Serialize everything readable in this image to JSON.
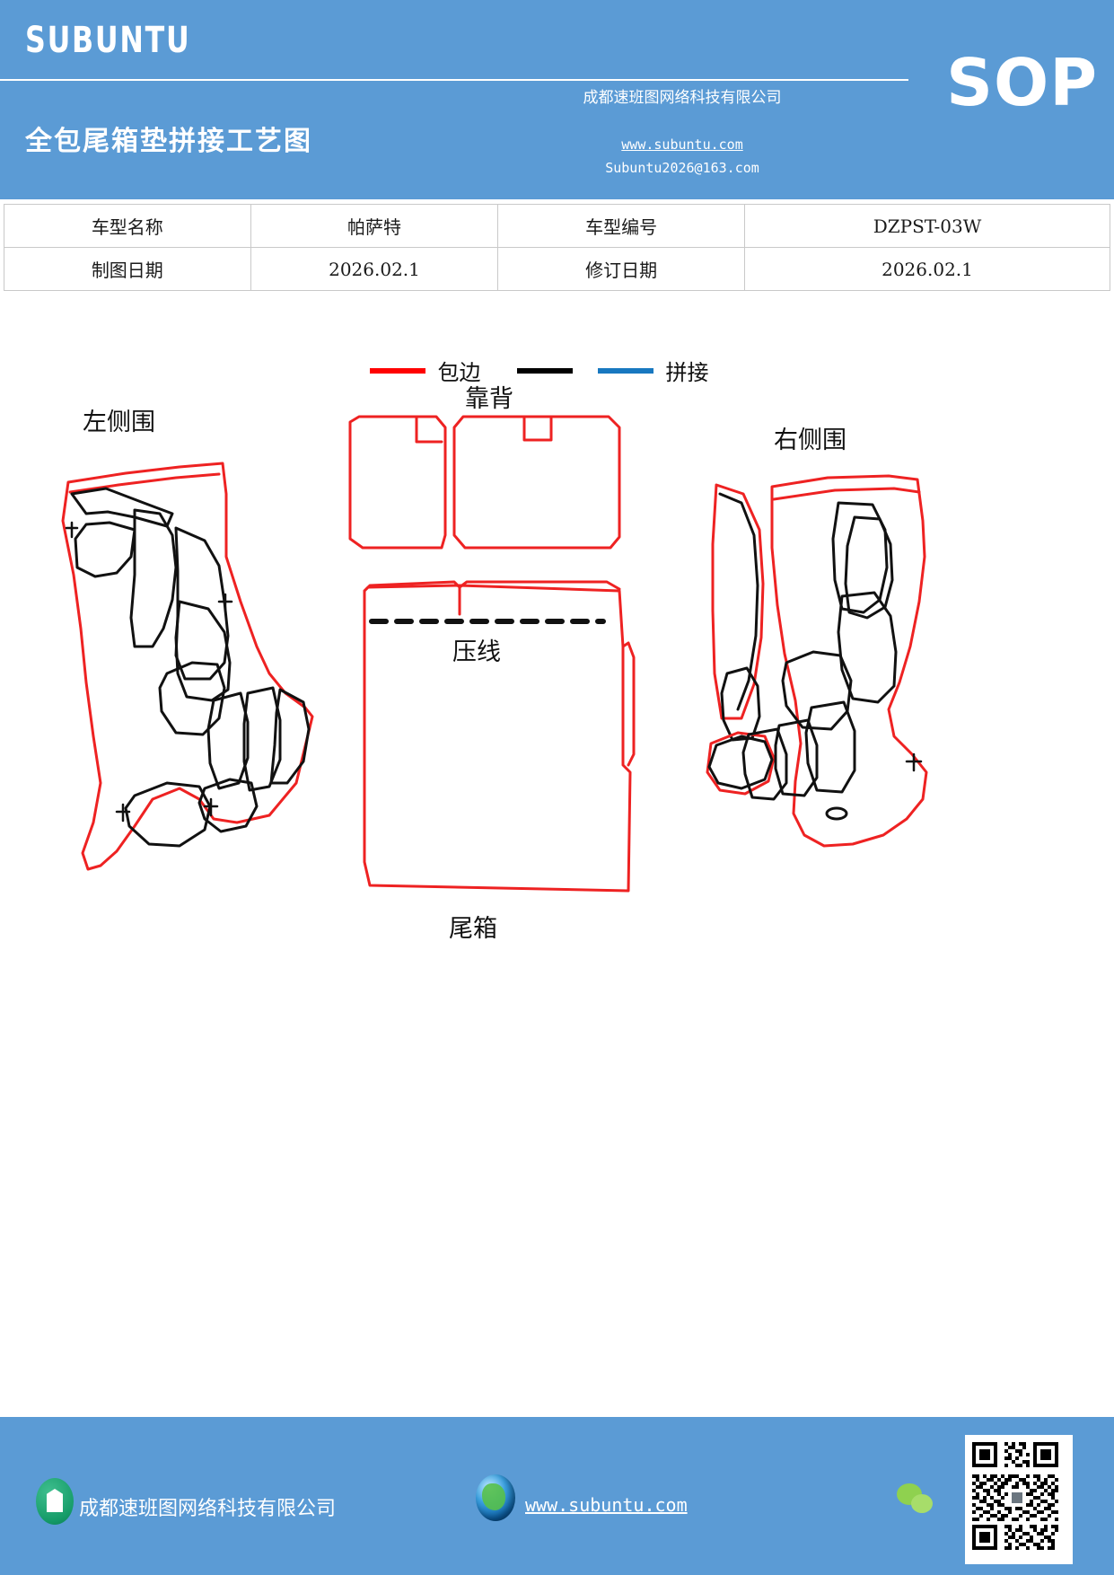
{
  "header": {
    "brand": "SUBUNTU",
    "sop_badge": "SOP",
    "doc_title": "全包尾箱垫拼接工艺图",
    "company_cn": "成都速班图网络科技有限公司",
    "website": "www.subuntu.com",
    "email": "Subuntu2026@163.com",
    "bg_color": "#5B9BD5"
  },
  "info_table": {
    "rows": [
      {
        "label1": "车型名称",
        "value1": "帕萨特",
        "label2": "车型编号",
        "value2": "DZPST-03W"
      },
      {
        "label1": "制图日期",
        "value1": "2026.02.1",
        "label2": "修订日期",
        "value2": "2026.02.1"
      }
    ]
  },
  "legend": {
    "items": [
      {
        "label": "包边",
        "color": "#ff0000"
      },
      {
        "label": "",
        "color": "#000000"
      },
      {
        "label": "拼接",
        "color": "#1878c0"
      }
    ]
  },
  "drawing": {
    "labels": {
      "left_side": "左侧围",
      "backrest": "靠背",
      "right_side": "右侧围",
      "crease_line": "压线",
      "trunk": "尾箱"
    },
    "colors": {
      "binding": "#ee2222",
      "splice_black": "#111111",
      "splice_blue": "#1878c0"
    }
  },
  "footer": {
    "company_cn": "成都速班图网络科技有限公司",
    "website": "www.subuntu.com",
    "icons": {
      "building": "building-icon",
      "globe": "globe-icon",
      "wechat": "wechat-icon",
      "qr": "qr-code"
    },
    "bg_color": "#5B9BD5"
  }
}
